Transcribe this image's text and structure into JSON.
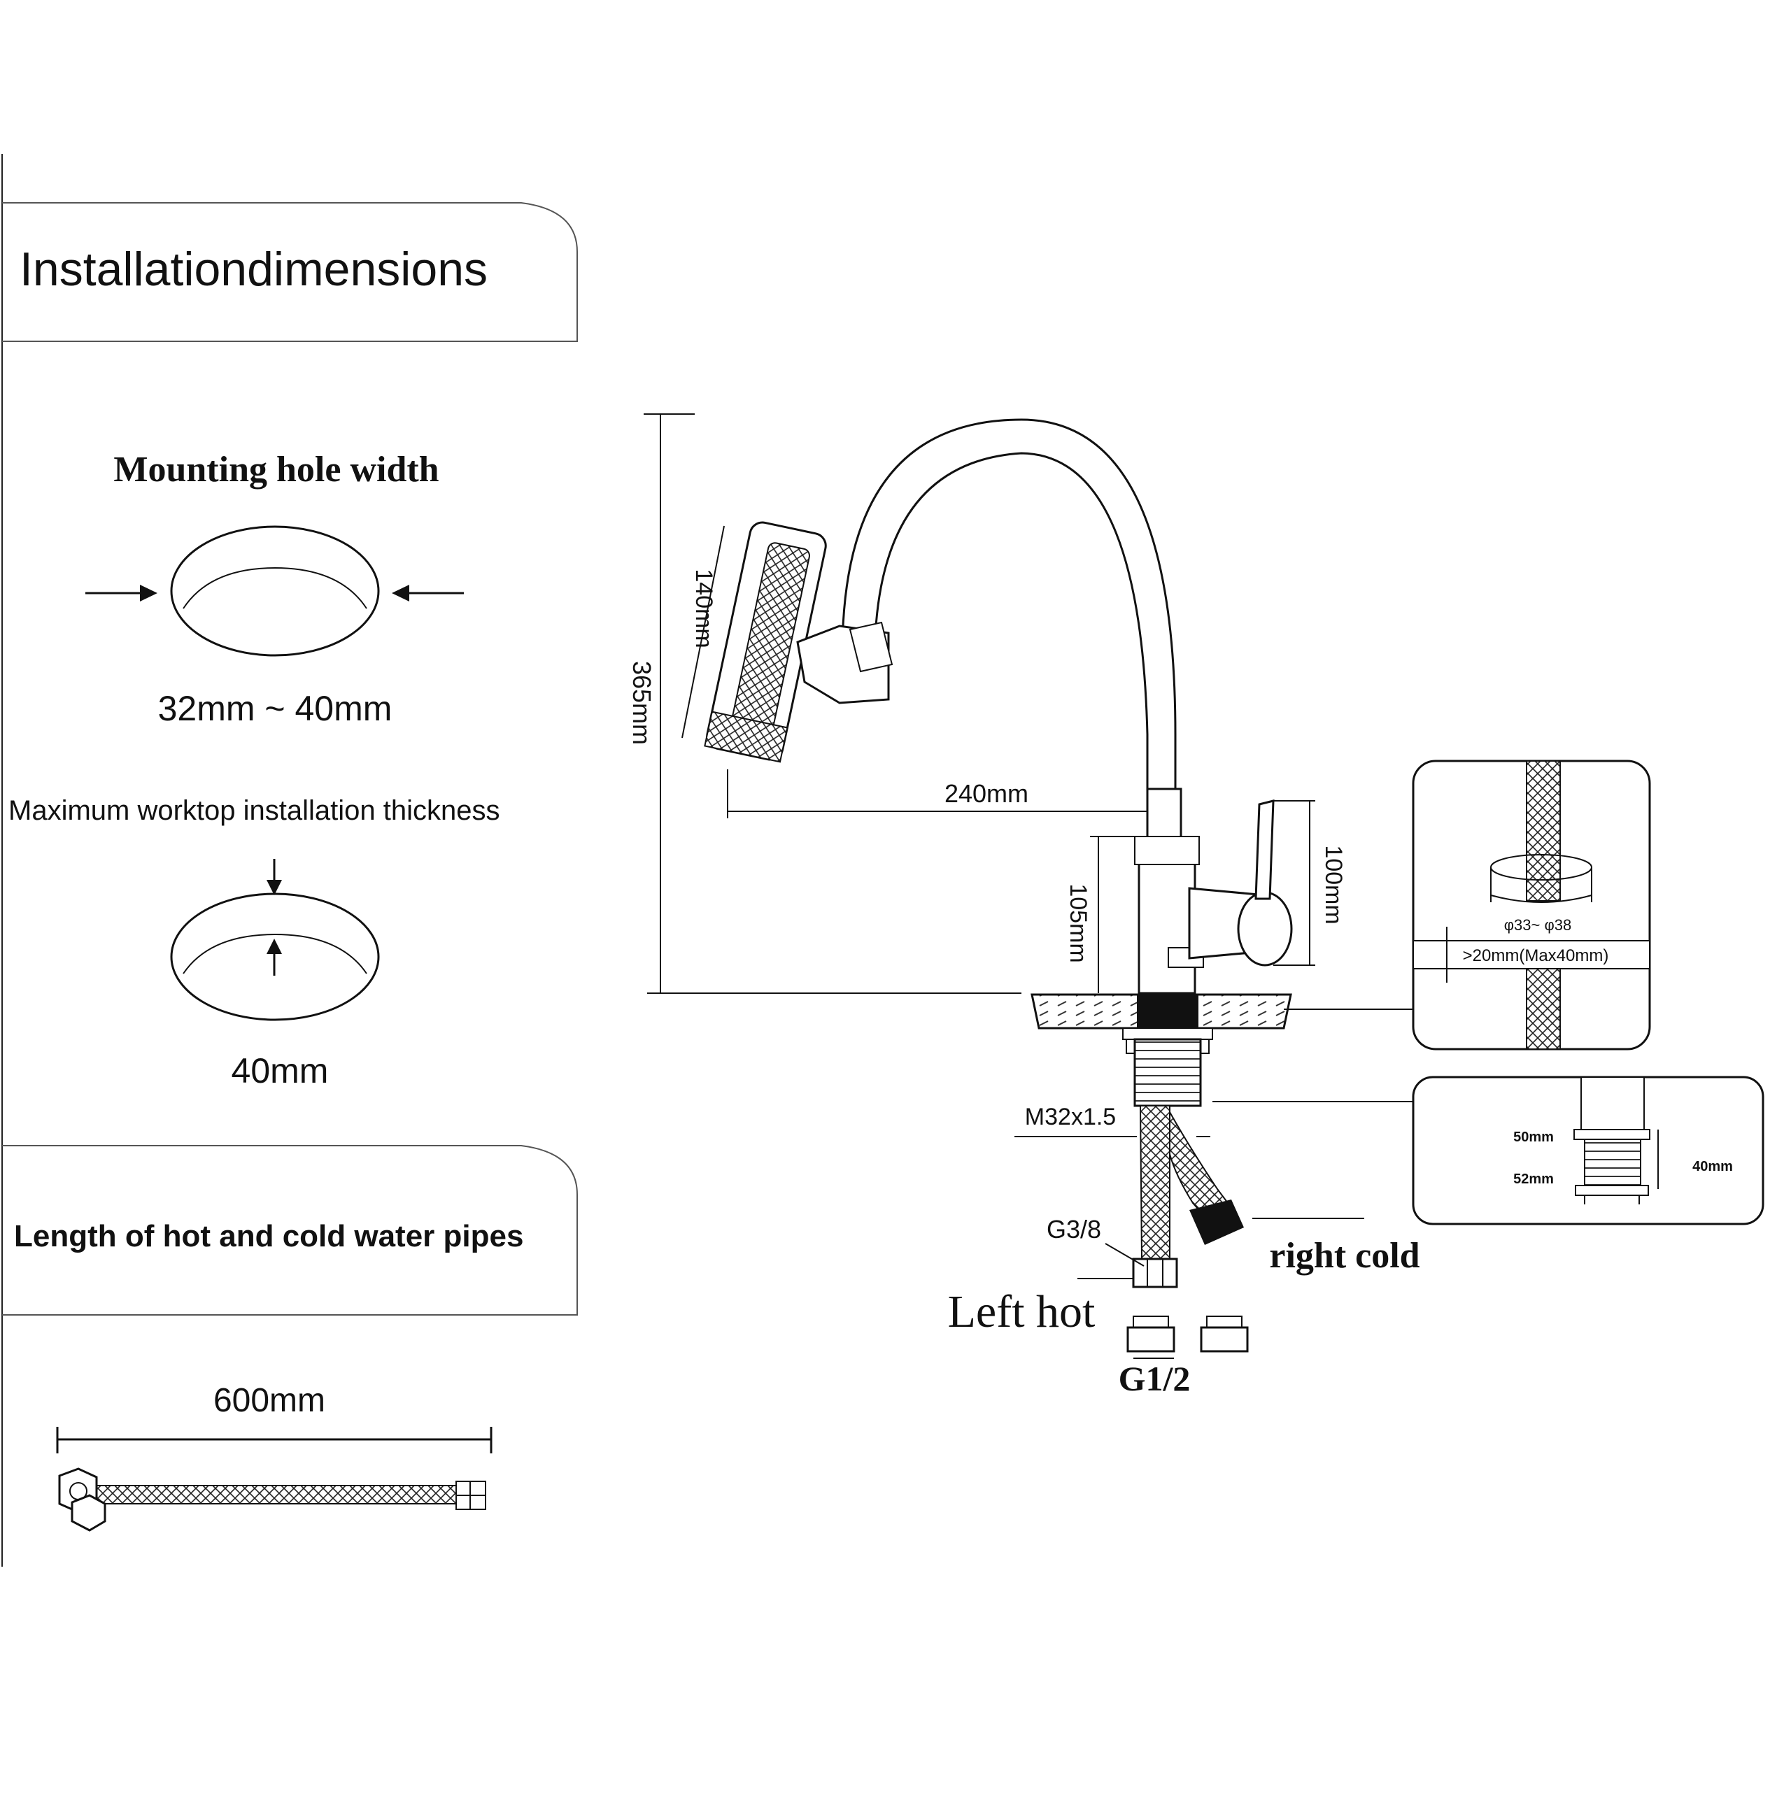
{
  "left_panel": {
    "title": "Installationdimensions",
    "mounting_hole": {
      "heading": "Mounting hole width",
      "range_label": "32mm ~ 40mm"
    },
    "worktop": {
      "heading": "Maximum worktop installation thickness",
      "value_label": "40mm"
    },
    "pipes": {
      "heading": "Length of hot and cold water pipes",
      "length_label": "600mm"
    }
  },
  "faucet": {
    "height_total": "365mm",
    "sprayer_length": "140mm",
    "reach": "240mm",
    "body_height": "105mm",
    "handle_height": "100mm",
    "thread": "M32x1.5",
    "hose_thread": "G3/8",
    "left_label": "Left hot",
    "right_label": "right cold",
    "adapter_thread": "G1/2"
  },
  "detail_hole": {
    "diameter": "φ33~ φ38",
    "thickness": ">20mm(Max40mm)"
  },
  "detail_nut": {
    "label_top": "50mm",
    "label_bottom": "52mm",
    "label_right": "40mm"
  },
  "icons": [
    "arrow-right-icon",
    "arrow-left-icon",
    "arrow-down-icon",
    "arrow-up-icon",
    "braided-hose-icon",
    "faucet-drawing"
  ]
}
